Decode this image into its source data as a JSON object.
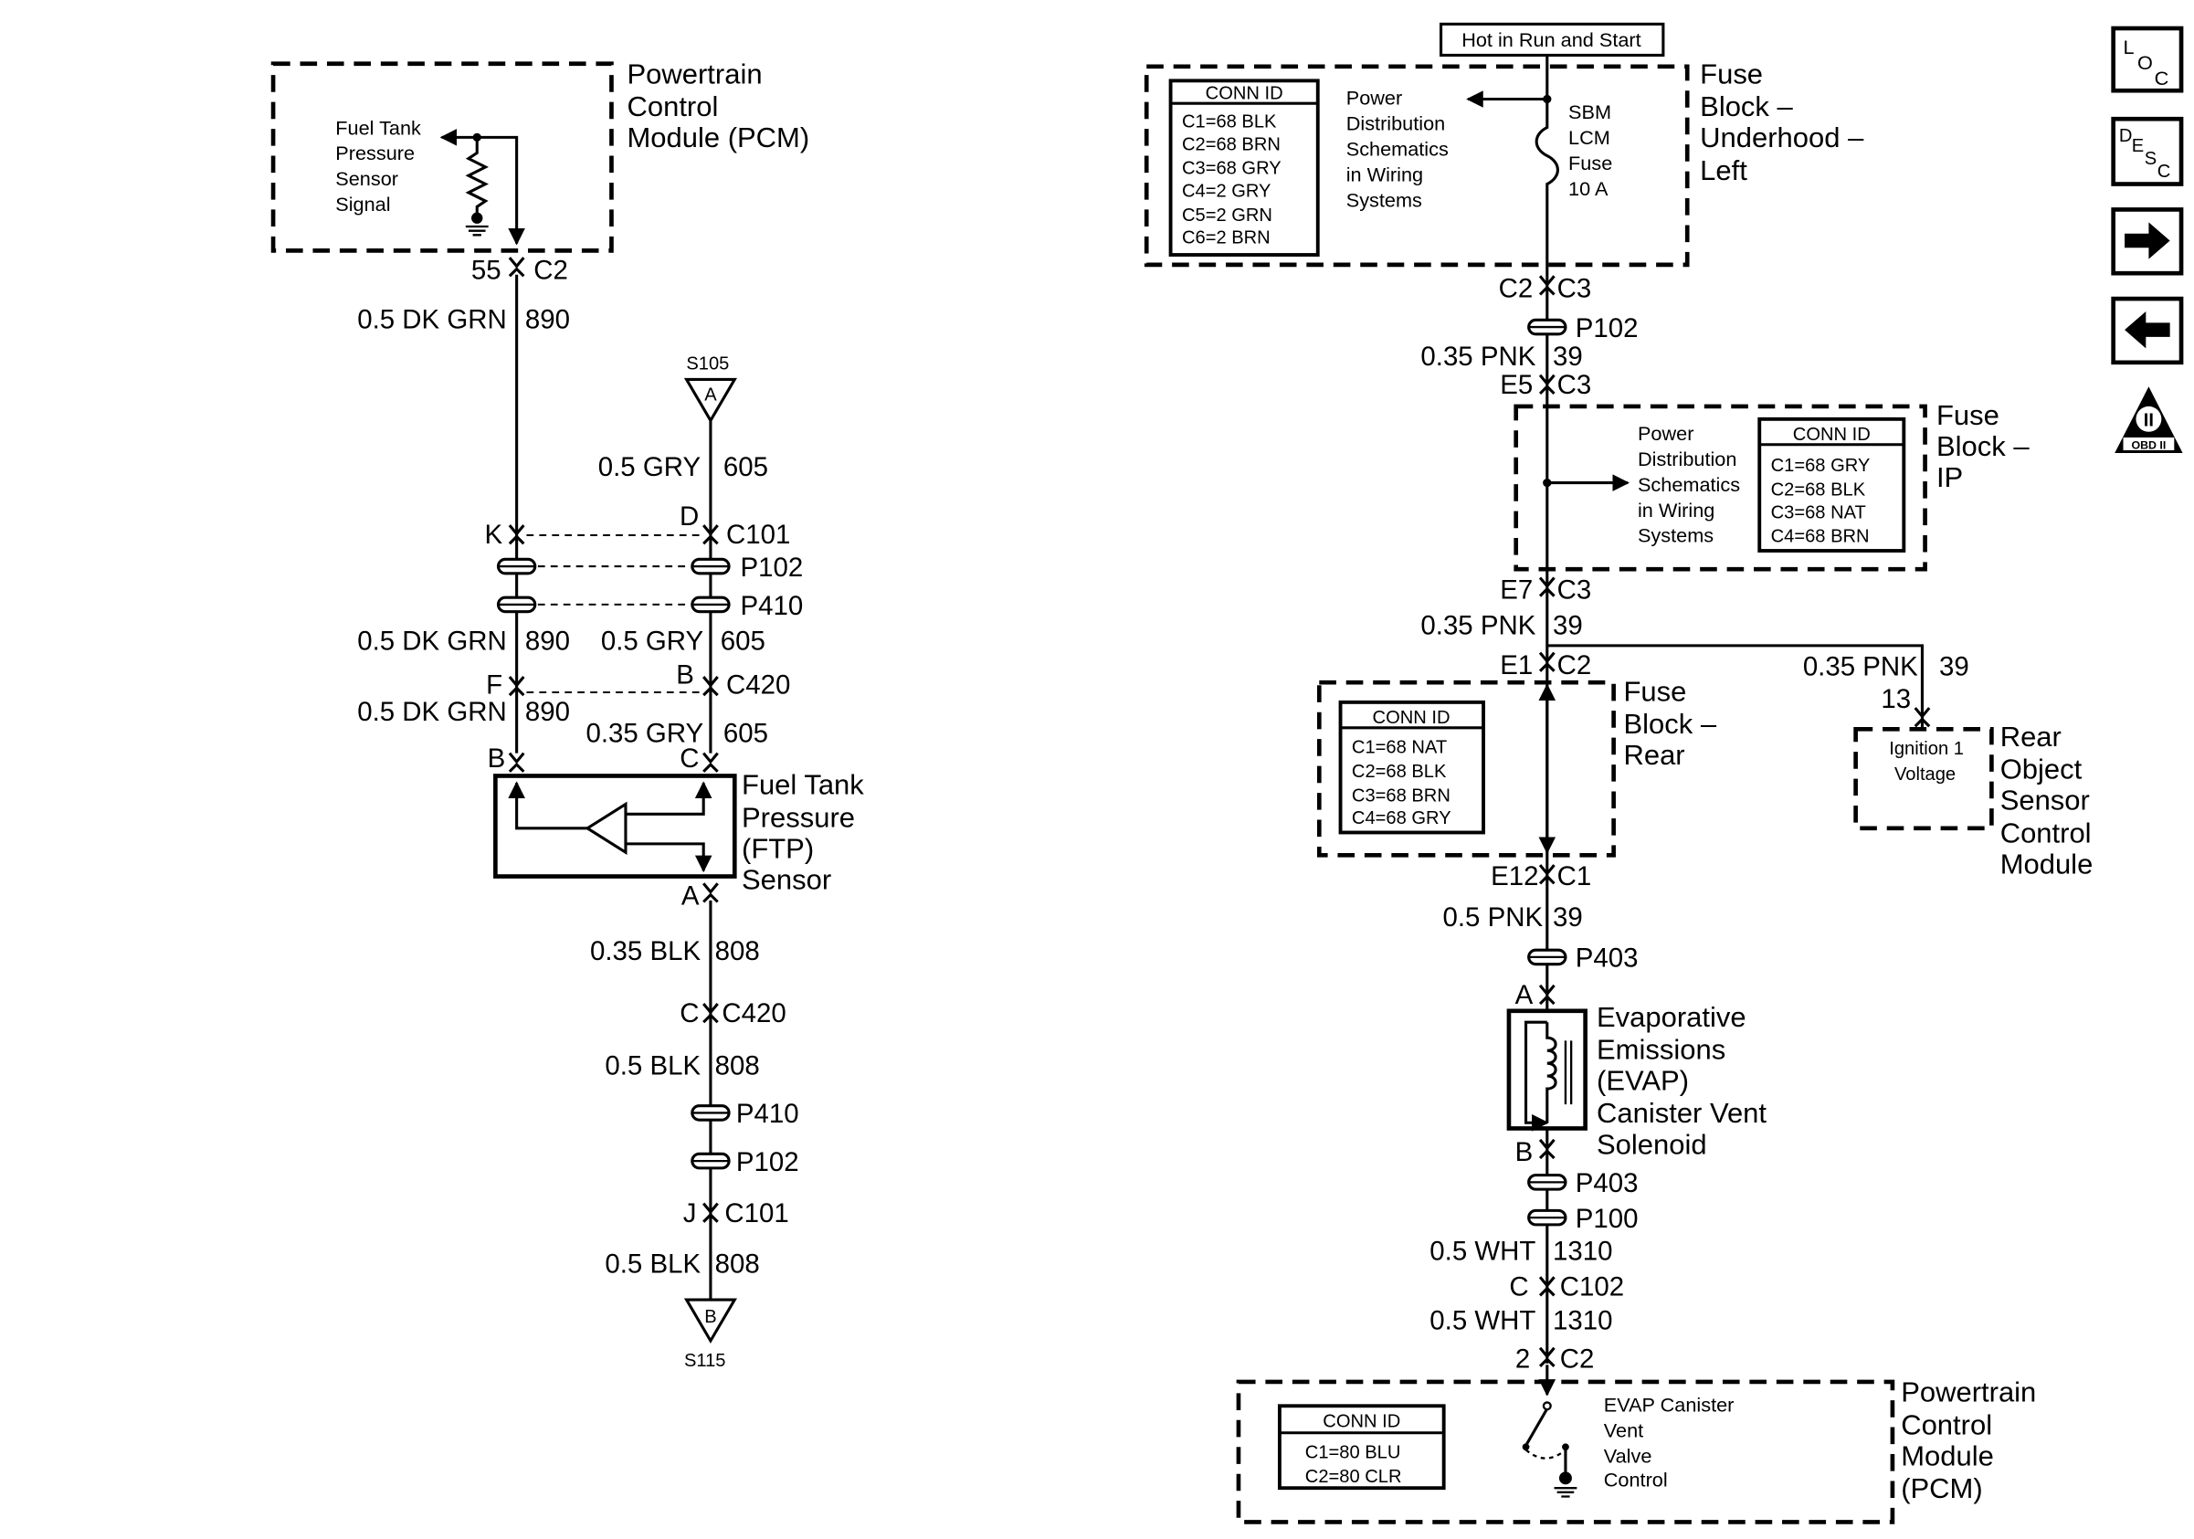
{
  "header": {
    "hot_in_run_and_start": "Hot in Run and Start"
  },
  "left": {
    "pcm": {
      "title": [
        "Powertrain",
        "Control",
        "Module (PCM)"
      ],
      "signal": [
        "Fuel Tank",
        "Pressure",
        "Sensor",
        "Signal"
      ],
      "pin": "55",
      "connector": "C2"
    },
    "wire_890_a": {
      "gauge": "0.5 DK GRN",
      "circuit": "890"
    },
    "s105": {
      "name": "S105",
      "pin": "A"
    },
    "wire_605_a": {
      "gauge": "0.5 GRY",
      "circuit": "605"
    },
    "c101_upper": {
      "pin_left": "K",
      "pin_right": "D",
      "name": "C101"
    },
    "p102_upper": "P102",
    "p410_upper": "P410",
    "wire_890_b": {
      "gauge": "0.5 DK GRN",
      "circuit": "890"
    },
    "wire_605_b": {
      "gauge": "0.5 GRY",
      "circuit": "605"
    },
    "c420_upper": {
      "pin_left": "F",
      "pin_right": "B",
      "name": "C420"
    },
    "wire_890_c": {
      "gauge": "0.5 DK GRN",
      "circuit": "890"
    },
    "wire_605_c": {
      "gauge": "0.35 GRY",
      "circuit": "605"
    },
    "ftp": {
      "pin_b": "B",
      "pin_c": "C",
      "pin_a": "A",
      "title": [
        "Fuel Tank",
        "Pressure",
        "(FTP)",
        "Sensor"
      ]
    },
    "wire_808_a": {
      "gauge": "0.35 BLK",
      "circuit": "808"
    },
    "c420_lower": {
      "pin": "C",
      "name": "C420"
    },
    "wire_808_b": {
      "gauge": "0.5 BLK",
      "circuit": "808"
    },
    "p410_lower": "P410",
    "p102_lower": "P102",
    "c101_lower": {
      "pin": "J",
      "name": "C101"
    },
    "wire_808_c": {
      "gauge": "0.5 BLK",
      "circuit": "808"
    },
    "s115": {
      "name": "S115",
      "pin": "B"
    }
  },
  "right": {
    "fuse_block_underhood": {
      "title": [
        "Fuse",
        "Block –",
        "Underhood –",
        "Left"
      ],
      "conn_header": "CONN ID",
      "conn": [
        "C1=68 BLK",
        "C2=68 BRN",
        "C3=68 GRY",
        "C4=2 GRY",
        "C5=2 GRN",
        "C6=2 BRN"
      ],
      "power_dist": [
        "Power",
        "Distribution",
        "Schematics",
        "in Wiring",
        "Systems"
      ],
      "fuse": [
        "SBM",
        "LCM",
        "Fuse",
        "10 A"
      ]
    },
    "c2_c3": {
      "left": "C2",
      "right": "C3"
    },
    "p102": "P102",
    "wire_39_a": {
      "gauge": "0.35 PNK",
      "circuit": "39"
    },
    "e5_c3": {
      "left": "E5",
      "right": "C3"
    },
    "fuse_block_ip": {
      "title": [
        "Fuse",
        "Block –",
        "IP"
      ],
      "conn_header": "CONN ID",
      "conn": [
        "C1=68 GRY",
        "C2=68 BLK",
        "C3=68 NAT",
        "C4=68 BRN"
      ],
      "power_dist": [
        "Power",
        "Distribution",
        "Schematics",
        "in Wiring",
        "Systems"
      ]
    },
    "e7_c3": {
      "left": "E7",
      "right": "C3"
    },
    "wire_39_b": {
      "gauge": "0.35 PNK",
      "circuit": "39"
    },
    "e1_c2": {
      "left": "E1",
      "right": "C2"
    },
    "branch": {
      "gauge": "0.35 PNK",
      "circuit": "39",
      "pin": "13"
    },
    "fuse_block_rear": {
      "title": [
        "Fuse",
        "Block –",
        "Rear"
      ],
      "conn_header": "CONN ID",
      "conn": [
        "C1=68 NAT",
        "C2=68 BLK",
        "C3=68 BRN",
        "C4=68 GRY"
      ]
    },
    "ros_module": {
      "signal": [
        "Ignition 1",
        "Voltage"
      ],
      "title": [
        "Rear",
        "Object",
        "Sensor",
        "Control",
        "Module"
      ]
    },
    "e12_c1": {
      "left": "E12",
      "right": "C1"
    },
    "wire_39_c": {
      "gauge": "0.5 PNK",
      "circuit": "39"
    },
    "p403_upper": "P403",
    "evap": {
      "pin_a": "A",
      "pin_b": "B",
      "title": [
        "Evaporative",
        "Emissions",
        "(EVAP)",
        "Canister Vent",
        "Solenoid"
      ]
    },
    "p403_lower": "P403",
    "p100": "P100",
    "wire_1310_a": {
      "gauge": "0.5 WHT",
      "circuit": "1310"
    },
    "c102": {
      "pin": "C",
      "name": "C102"
    },
    "wire_1310_b": {
      "gauge": "0.5 WHT",
      "circuit": "1310"
    },
    "pcm_connector": {
      "pin": "2",
      "name": "C2"
    },
    "pcm": {
      "conn_header": "CONN ID",
      "conn": [
        "C1=80 BLU",
        "C2=80 CLR"
      ],
      "control": [
        "EVAP Canister",
        "Vent",
        "Valve",
        "Control"
      ],
      "title": [
        "Powertrain",
        "Control",
        "Module",
        "(PCM)"
      ]
    }
  },
  "nav": {
    "loc": [
      "L",
      "O",
      "C"
    ],
    "desc": [
      "D",
      "E",
      "S",
      "C"
    ],
    "obd": {
      "numeral": "II",
      "label": "OBD II"
    },
    "icons": [
      "loc-icon",
      "desc-icon",
      "next-arrow-icon",
      "back-arrow-icon",
      "obd-ii-icon"
    ]
  }
}
